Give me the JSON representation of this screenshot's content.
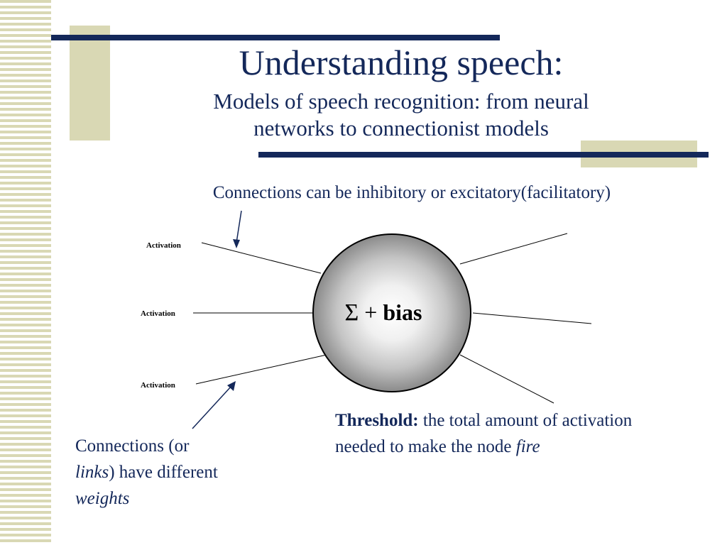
{
  "slide": {
    "title": "Understanding speech:",
    "subtitle_line1": "Models of speech recognition: from neural",
    "subtitle_line2": "networks to connectionist models"
  },
  "annotations": {
    "connection_types": "Connections can be inhibitory or excitatory(facilitatory)",
    "weights_part1": "Connections (or ",
    "weights_links": "links",
    "weights_part2": ") have different",
    "weights_weights": "weights",
    "threshold_label": "Threshold:",
    "threshold_text": " the total amount of activation needed to make the node ",
    "threshold_fire": "fire"
  },
  "node": {
    "sigma": "Σ",
    "plus": " + ",
    "bias": "bias"
  },
  "inputs": [
    "Activation",
    "Activation",
    "Activation"
  ],
  "colors": {
    "accent_navy": "#14285a",
    "deco_beige": "#d9d8b4"
  }
}
